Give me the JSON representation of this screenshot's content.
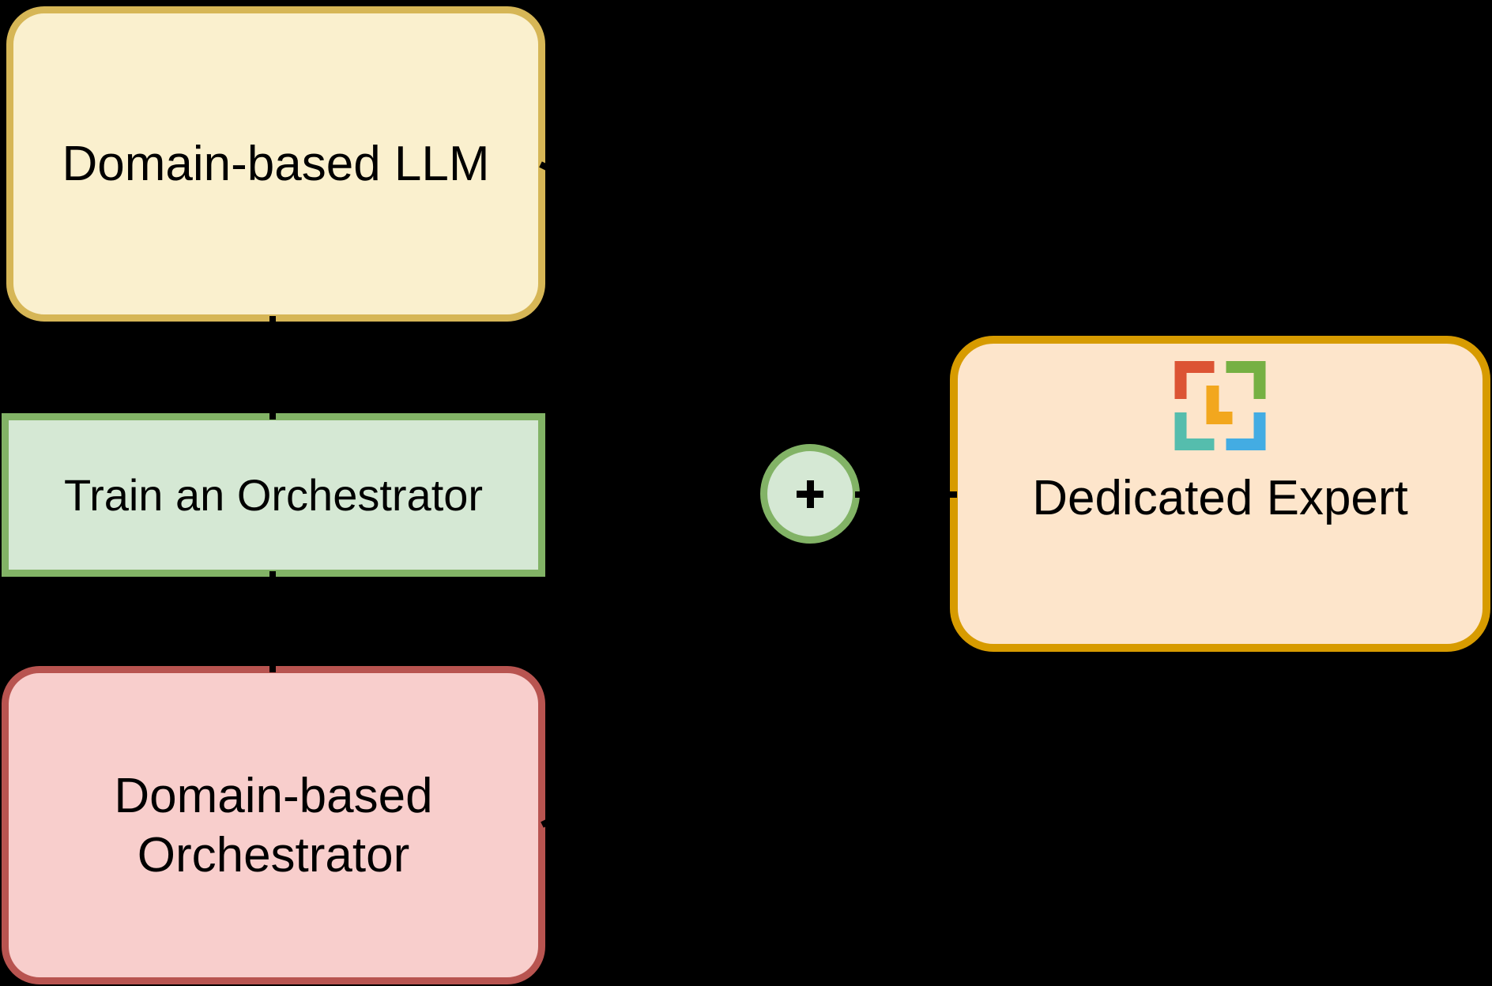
{
  "diagram": {
    "background": "#000000",
    "nodes": {
      "llm": {
        "label": "Domain-based LLM",
        "fill": "#FAF0CE",
        "border": "#D6B656",
        "shape": "rounded-rectangle"
      },
      "train_orchestrator": {
        "label": "Train an Orchestrator",
        "fill": "#D5E8D4",
        "border": "#82B366",
        "shape": "rectangle"
      },
      "domain_orchestrator": {
        "label": "Domain-based\nOrchestrator",
        "fill": "#F8CECC",
        "border": "#B85450",
        "shape": "rounded-rectangle"
      },
      "plus": {
        "symbol": "+",
        "fill": "#D5E8D4",
        "border": "#82B366",
        "shape": "circle"
      },
      "dedicated_expert": {
        "label": "Dedicated Expert",
        "fill": "#FDE5CB",
        "border": "#D79B00",
        "shape": "rounded-rectangle",
        "logo": {
          "name": "corner-brackets-L-logo",
          "colors": {
            "top_left_bracket": "#DC5434",
            "top_right_bracket": "#76B043",
            "bottom_left_bracket": "#55BDAD",
            "bottom_right_bracket": "#43ACE3",
            "letter_l": "#F2A71E"
          }
        }
      }
    },
    "edges": [
      {
        "from": "llm",
        "to": "train_orchestrator",
        "style": "black-arrow-down"
      },
      {
        "from": "train_orchestrator",
        "to": "domain_orchestrator",
        "style": "black-arrow-down"
      },
      {
        "from": "plus",
        "to": "dedicated_expert",
        "style": "black-arrow-right"
      },
      {
        "from": "right-side",
        "to": "llm",
        "style": "black-arrow-into-right-edge"
      },
      {
        "from": "right-side",
        "to": "domain_orchestrator",
        "style": "black-arrow-into-right-edge"
      }
    ],
    "edge_color": "#000000"
  }
}
